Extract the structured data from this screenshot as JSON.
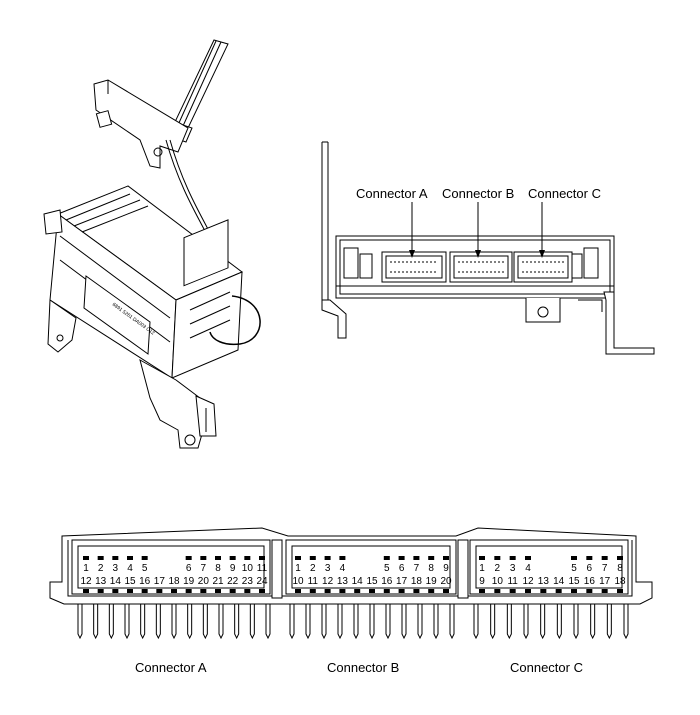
{
  "top_labels": {
    "connector_a": "Connector A",
    "connector_b": "Connector B",
    "connector_c": "Connector C"
  },
  "bottom_labels": {
    "connector_a": "Connector A",
    "connector_b": "Connector B",
    "connector_c": "Connector C"
  },
  "connectors": [
    {
      "name": "connector-a",
      "top_pins": [
        "1",
        "2",
        "3",
        "4",
        "5",
        "6",
        "7",
        "8",
        "9",
        "10",
        "11"
      ],
      "top_gap_after": 5,
      "bottom_pins": [
        "12",
        "13",
        "14",
        "15",
        "16",
        "17",
        "18",
        "19",
        "20",
        "21",
        "22",
        "23",
        "24"
      ],
      "bottom_gap_after": 0
    },
    {
      "name": "connector-b",
      "top_pins": [
        "1",
        "2",
        "3",
        "4",
        "5",
        "6",
        "7",
        "8",
        "9"
      ],
      "top_gap_after": 4,
      "bottom_pins": [
        "10",
        "11",
        "12",
        "13",
        "14",
        "15",
        "16",
        "17",
        "18",
        "19",
        "20"
      ],
      "bottom_gap_after": 0
    },
    {
      "name": "connector-c",
      "top_pins": [
        "1",
        "2",
        "3",
        "4",
        "5",
        "6",
        "7",
        "8"
      ],
      "top_gap_after": 4,
      "bottom_pins": [
        "9",
        "10",
        "11",
        "12",
        "13",
        "14",
        "15",
        "16",
        "17",
        "18"
      ],
      "bottom_gap_after": 0
    }
  ]
}
